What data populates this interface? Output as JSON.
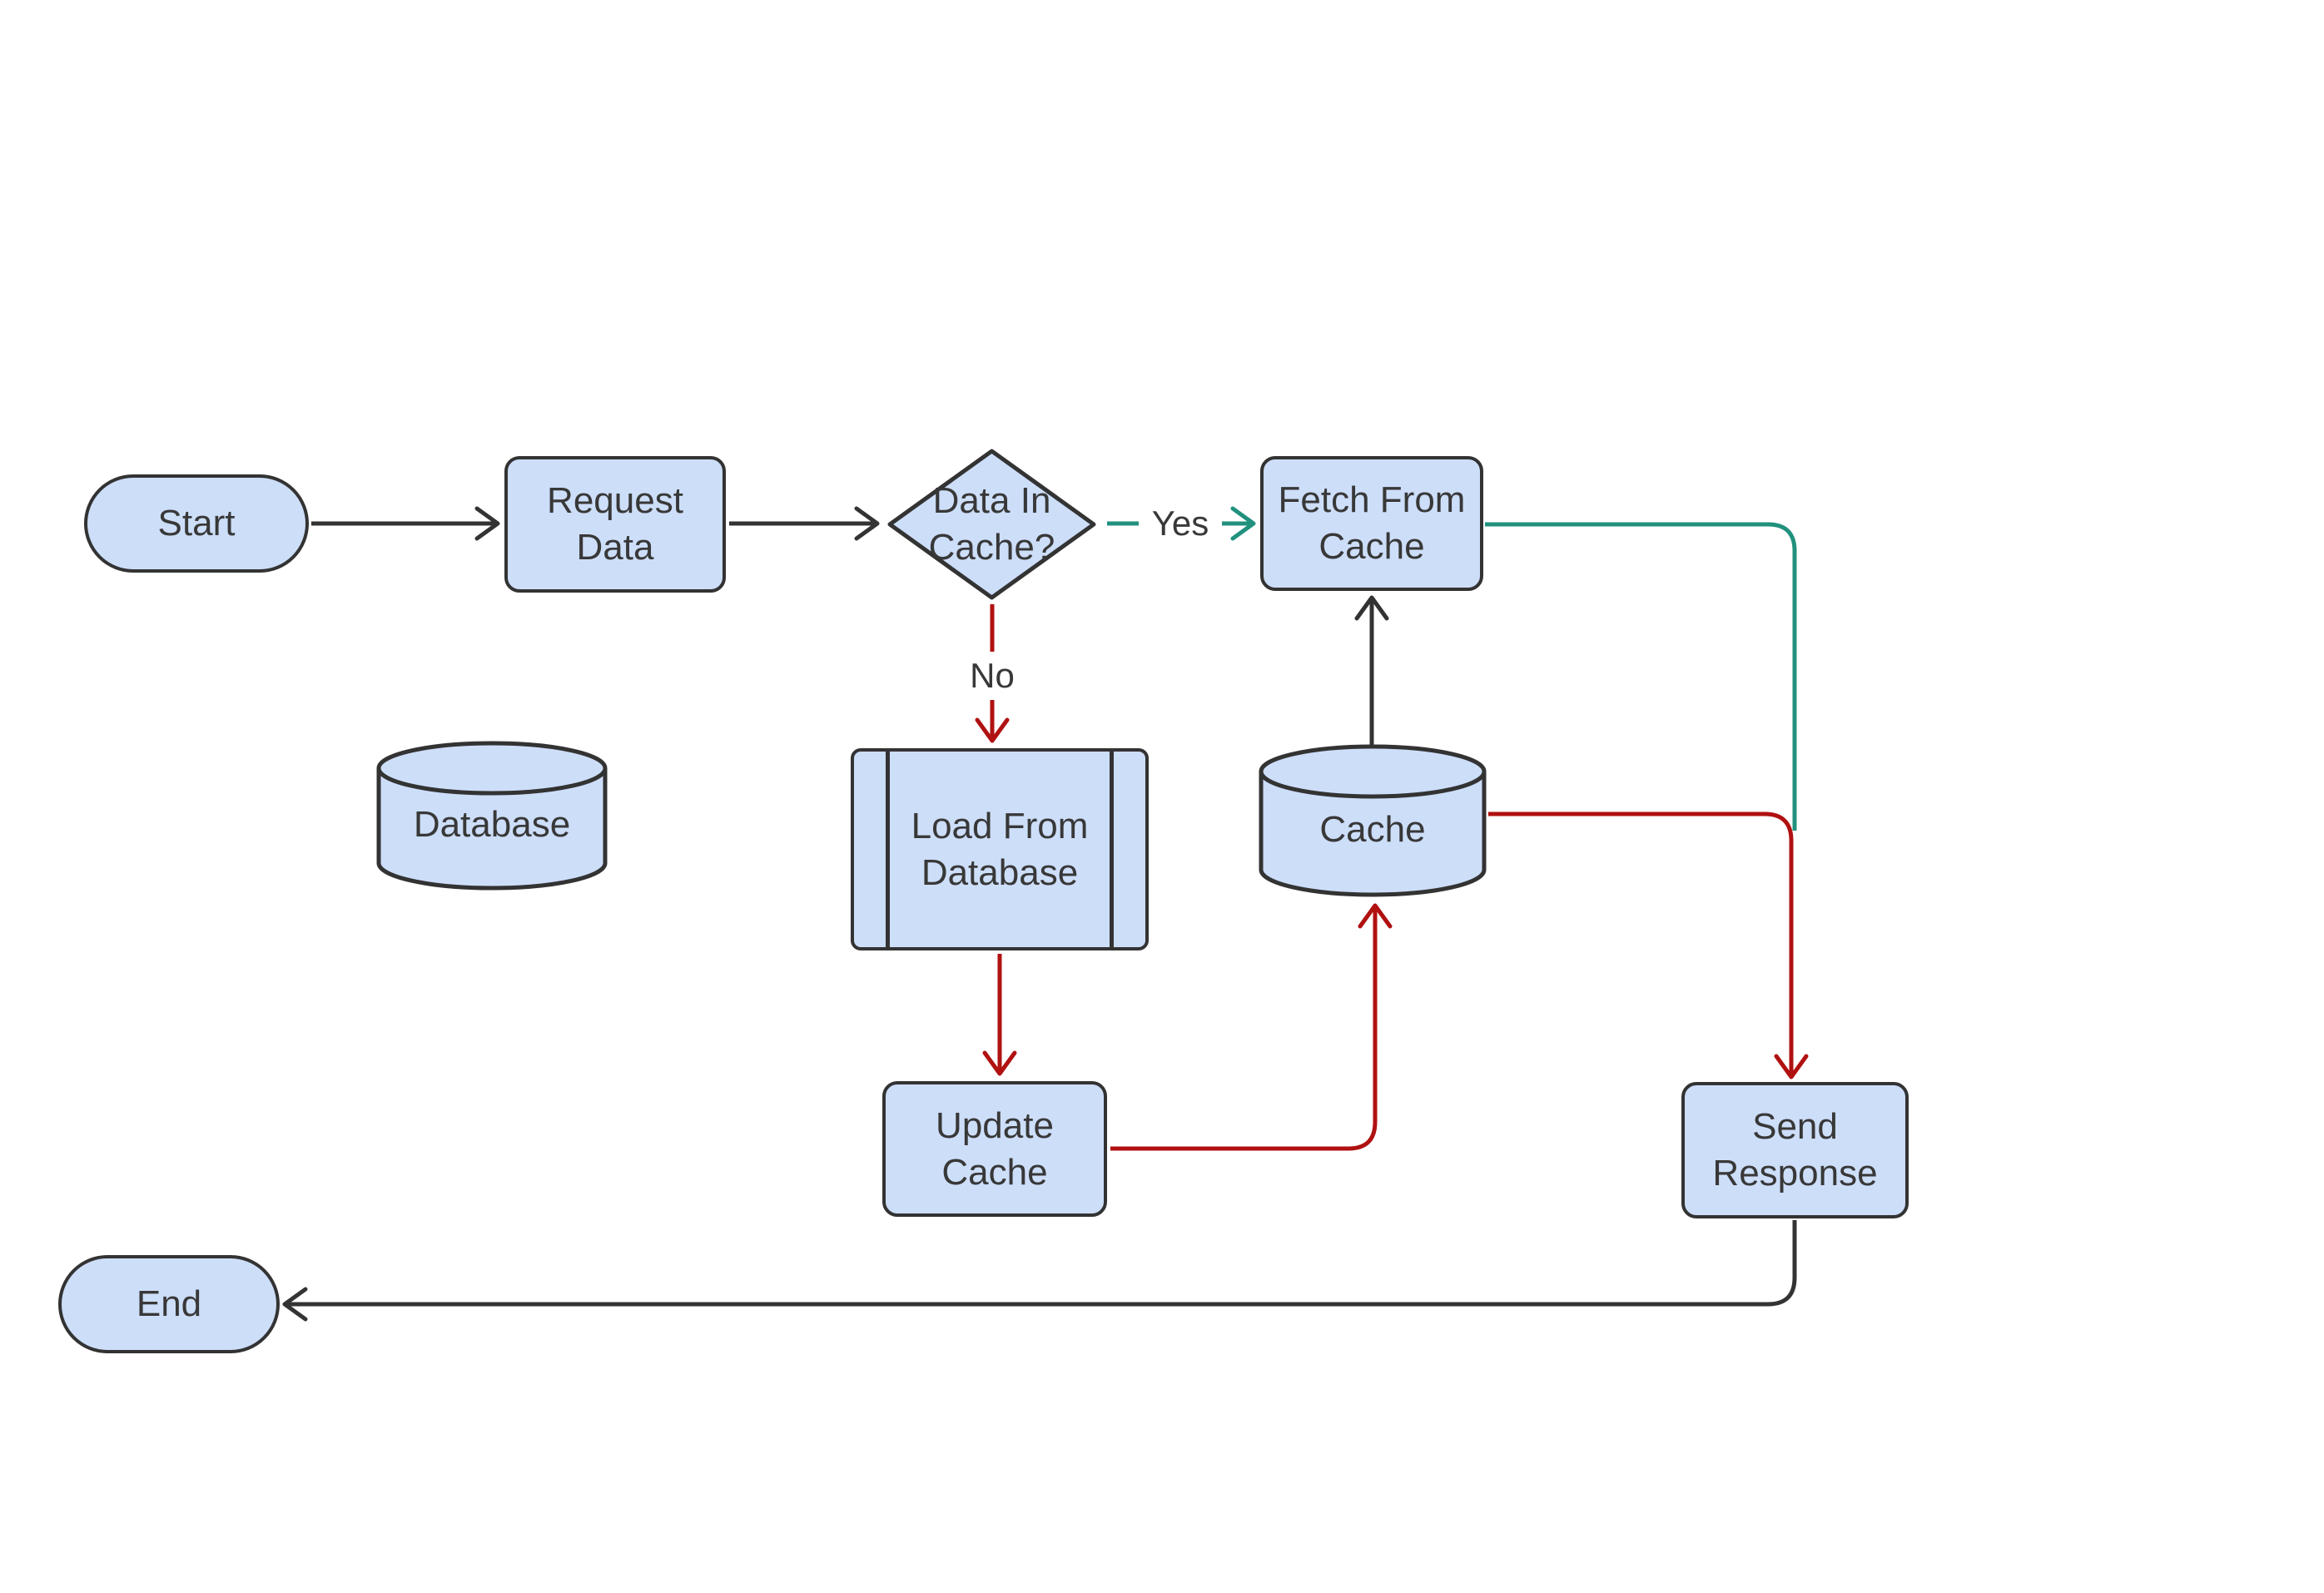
{
  "colors": {
    "background": "#FFFFFF",
    "node_fill": "#CDDEF9",
    "node_border": "#333333",
    "text": "#383838",
    "edge_black": "#333333",
    "edge_red": "#B01111",
    "edge_teal": "#21917E"
  },
  "diagram": {
    "nodes": {
      "start": {
        "label": "Start",
        "shape": "stadium"
      },
      "request_data": {
        "label": "Request Data",
        "shape": "rectangle"
      },
      "decision": {
        "label": "Data In Cache?",
        "shape": "diamond"
      },
      "fetch_from_cache": {
        "label": "Fetch From Cache",
        "shape": "rectangle"
      },
      "database": {
        "label": "Database",
        "shape": "cylinder"
      },
      "load_from_database": {
        "label": "Load From Database",
        "shape": "subroutine"
      },
      "cache": {
        "label": "Cache",
        "shape": "cylinder"
      },
      "update_cache": {
        "label": "Update Cache",
        "shape": "rectangle"
      },
      "send_response": {
        "label": "Send Response",
        "shape": "rectangle"
      },
      "end": {
        "label": "End",
        "shape": "stadium"
      }
    },
    "edge_labels": {
      "yes": "Yes",
      "no": "No"
    },
    "edges": [
      {
        "from": "start",
        "to": "request_data",
        "color": "black"
      },
      {
        "from": "request_data",
        "to": "decision",
        "color": "black"
      },
      {
        "from": "decision",
        "to": "fetch_from_cache",
        "color": "teal",
        "label": "Yes"
      },
      {
        "from": "decision",
        "to": "load_from_database",
        "color": "red",
        "label": "No"
      },
      {
        "from": "load_from_database",
        "to": "update_cache",
        "color": "red"
      },
      {
        "from": "update_cache",
        "to": "cache",
        "color": "red"
      },
      {
        "from": "cache",
        "to": "fetch_from_cache",
        "color": "black"
      },
      {
        "from": "fetch_from_cache",
        "to": "send_response",
        "color": "teal"
      },
      {
        "from": "cache",
        "to": "send_response",
        "color": "red"
      },
      {
        "from": "send_response",
        "to": "end",
        "color": "black"
      }
    ]
  }
}
